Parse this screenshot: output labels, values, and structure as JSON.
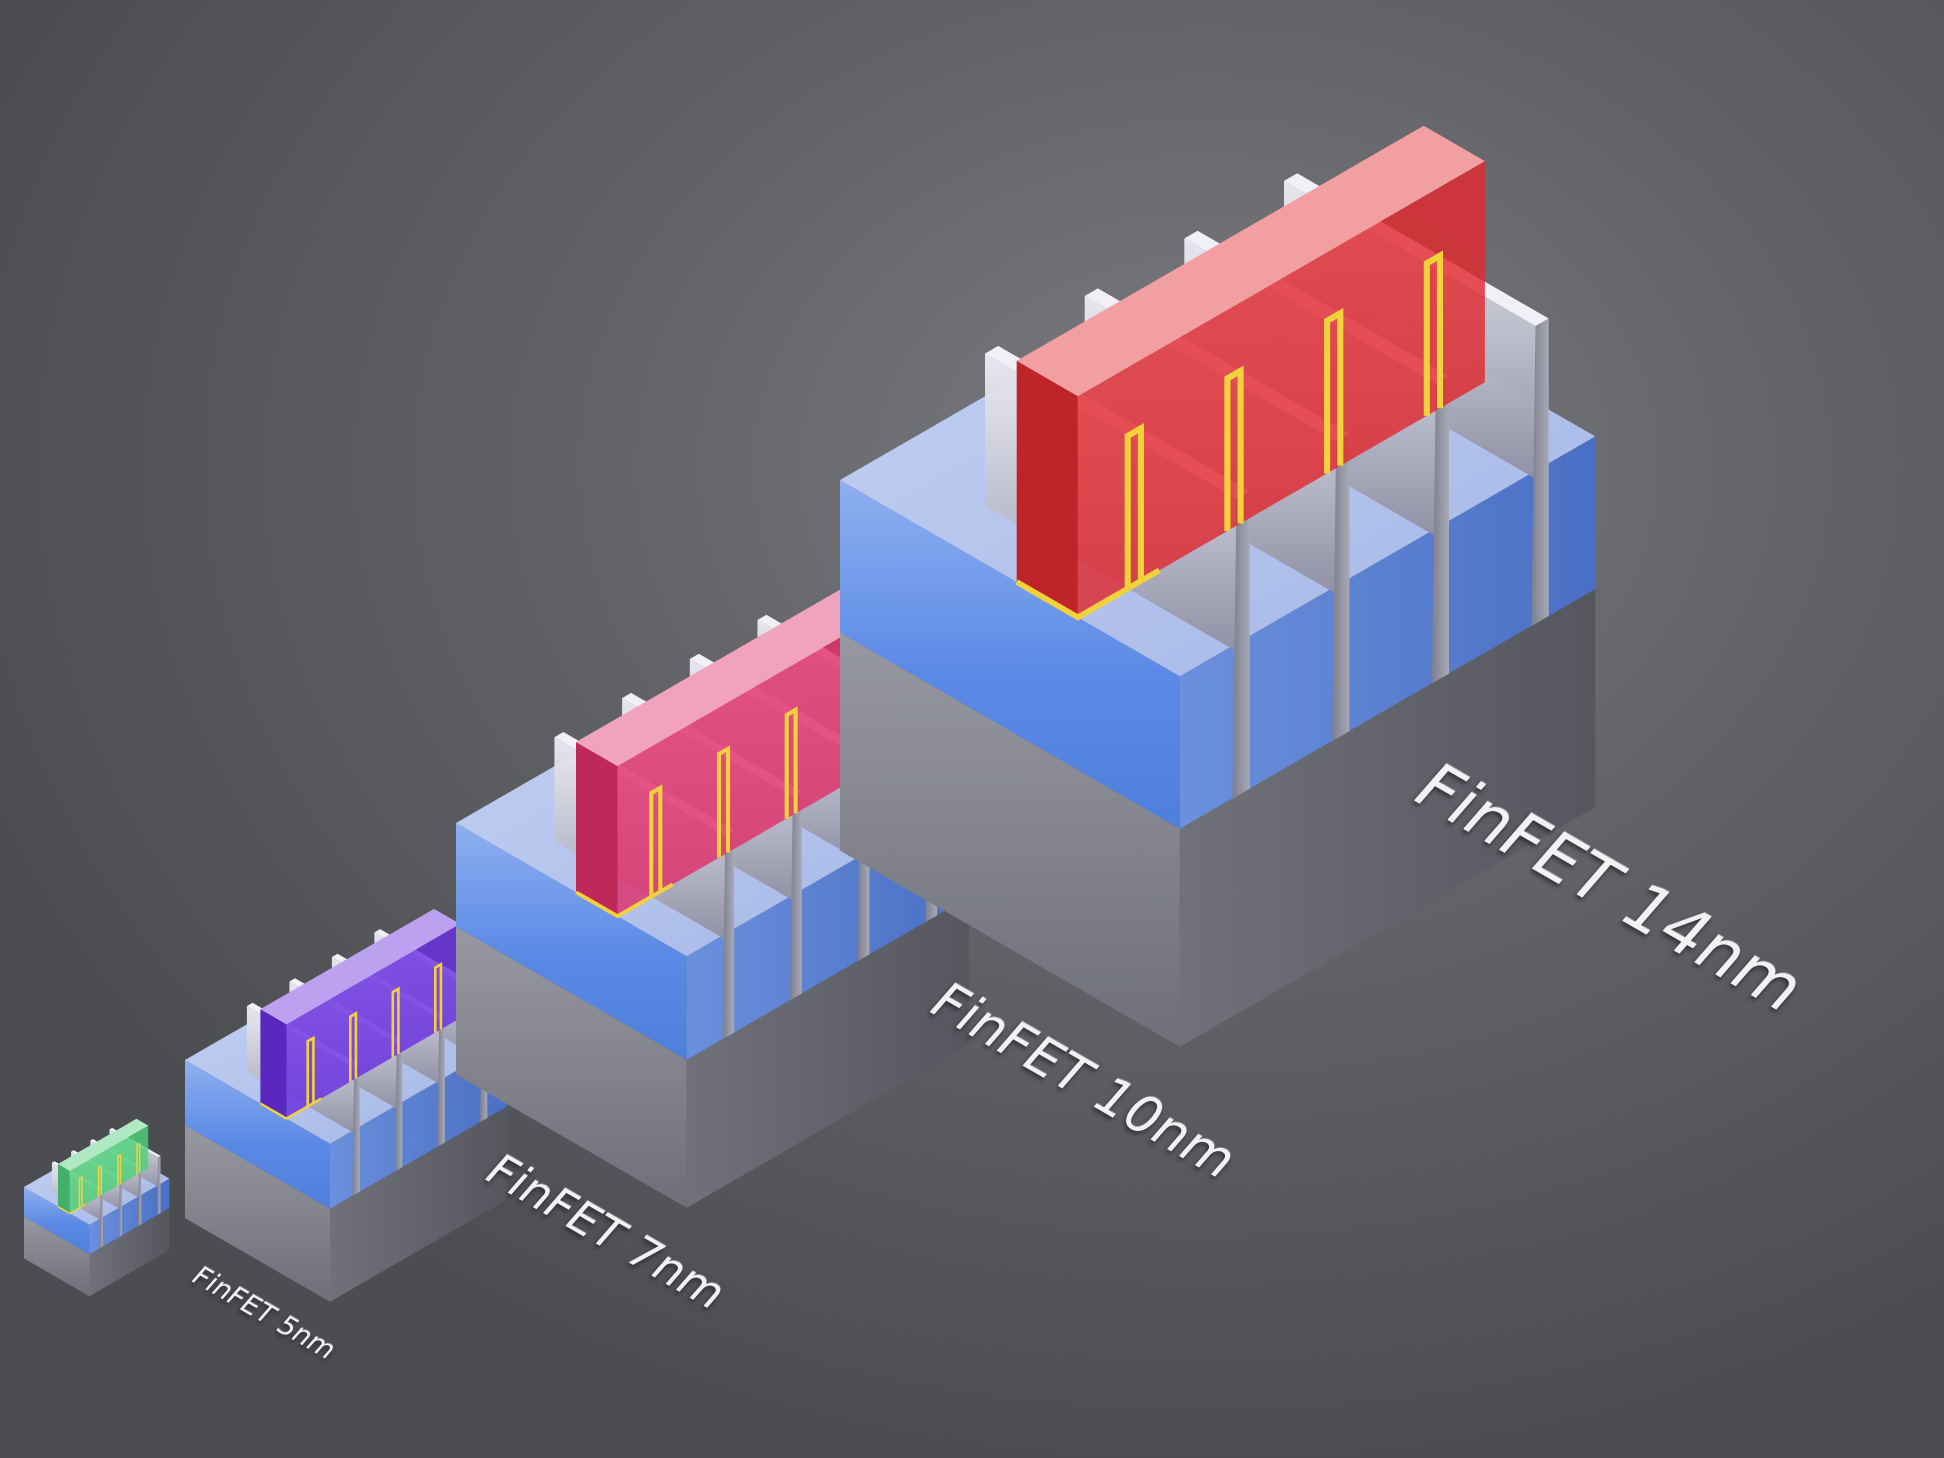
{
  "labels": {
    "n5": "FinFET 5nm",
    "n7": "FinFET 7nm",
    "n10": "FinFET 10nm",
    "n14": "FinFET 14nm"
  },
  "devices": [
    {
      "node": "5nm",
      "gate_color": "#4ecf7a",
      "fins": 4
    },
    {
      "node": "7nm",
      "gate_color": "#6a2fe0",
      "fins": 4
    },
    {
      "node": "10nm",
      "gate_color": "#e0306a",
      "fins": 4
    },
    {
      "node": "14nm",
      "gate_color": "#e12a30",
      "fins": 4
    }
  ],
  "colors": {
    "oxide_top": "#b7c7ee",
    "oxide_side": "#4f7fdc",
    "substrate": "#8a8a95",
    "liner": "#f2d23a"
  }
}
